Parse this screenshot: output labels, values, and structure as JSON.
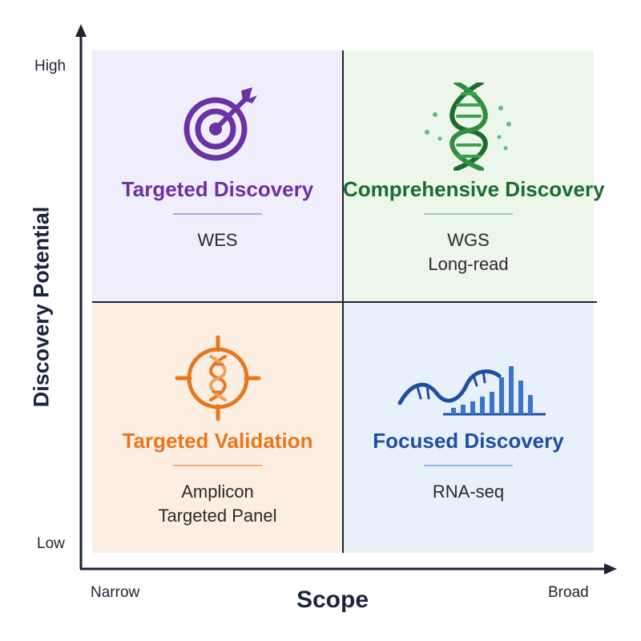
{
  "axes": {
    "y_title": "Discovery Potential",
    "y_high": "High",
    "y_low": "Low",
    "x_title": "Scope",
    "x_narrow": "Narrow",
    "x_broad": "Broad"
  },
  "quadrants": [
    {
      "title": "Targeted Discovery",
      "items": [
        "WES"
      ],
      "color": "#6a32a3",
      "icon": "target-arrow-icon"
    },
    {
      "title": "Comprehensive Discovery",
      "items": [
        "WGS",
        "Long-read"
      ],
      "color": "#1e6b2e",
      "icon": "dna-helix-icon"
    },
    {
      "title": "Targeted Validation",
      "items": [
        "Amplicon",
        "Targeted Panel"
      ],
      "color": "#e8761f",
      "icon": "crosshair-dna-icon"
    },
    {
      "title": "Focused Discovery",
      "items": [
        "RNA-seq"
      ],
      "color": "#1f4fa3",
      "icon": "rna-expression-bars-icon"
    }
  ],
  "colors": {
    "axis": "#1f2233",
    "bg_targeted_discovery": "#f1eefc",
    "bg_comprehensive_discovery": "#ecf6ea",
    "bg_targeted_validation": "#fcefe2",
    "bg_focused_discovery": "#e8f0fa"
  }
}
